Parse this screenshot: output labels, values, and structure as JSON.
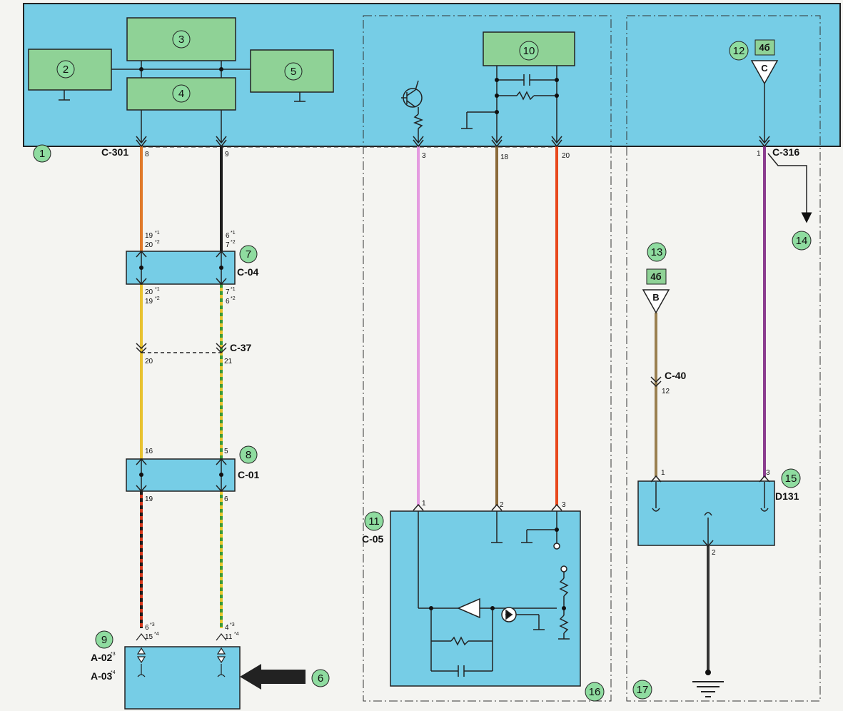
{
  "connectors": {
    "c301": "C-301",
    "c316": "C-316",
    "c04": "C-04",
    "c37": "C-37",
    "c01": "C-01",
    "c05": "C-05",
    "c40": "C-40",
    "d131": "D131",
    "a02": "A-02",
    "a03": "A-03"
  },
  "superscripts": {
    "s1": "*1",
    "s2": "*2",
    "s3": "*3",
    "s4": "*4"
  },
  "markers": {
    "num1": "1",
    "num2": "2",
    "num3": "3",
    "num4": "4",
    "num5": "5",
    "num6": "6",
    "num7": "7",
    "num8": "8",
    "num9": "9",
    "num10": "10",
    "num11": "11",
    "num12": "12",
    "num13": "13",
    "num14": "14",
    "num15": "15",
    "num16": "16",
    "num17": "17"
  },
  "tags": {
    "tag_c": "4б",
    "tag_b": "4б",
    "tri_c": "C",
    "tri_b": "B"
  },
  "pins": {
    "p8": "8",
    "p9": "9",
    "p3": "3",
    "p18": "18",
    "p20": "20",
    "p1_316": "1",
    "p19a": "19",
    "p20a": "20",
    "p6a": "6",
    "p7a": "7",
    "p20b": "20",
    "p19b": "19",
    "p7b": "7",
    "p6b": "6",
    "p20c": "20",
    "p21c": "21",
    "p16": "16",
    "p5": "5",
    "p19d": "19",
    "p6d": "6",
    "p6e": "6",
    "p15e": "15",
    "p4e": "4",
    "p11e": "11",
    "p1_05": "1",
    "p2_05": "2",
    "p3_05": "3",
    "p12_40": "12",
    "p1_131": "1",
    "p3_131": "3",
    "p2_131": "2"
  },
  "colors": {
    "panel": "#76cde6",
    "marker": "#8fdca0",
    "box": "#8fd296",
    "orange": "#e07a2a",
    "black": "#1d1d1d",
    "yellow": "#e8c230",
    "green": "#3a9a3a",
    "pink": "#e49be0",
    "brown": "#8a6a3a",
    "red": "#e8481c",
    "purple": "#8b3d8f",
    "red2": "#d93b1f",
    "yellow2": "#e9c72e",
    "tan": "#9a8050"
  }
}
